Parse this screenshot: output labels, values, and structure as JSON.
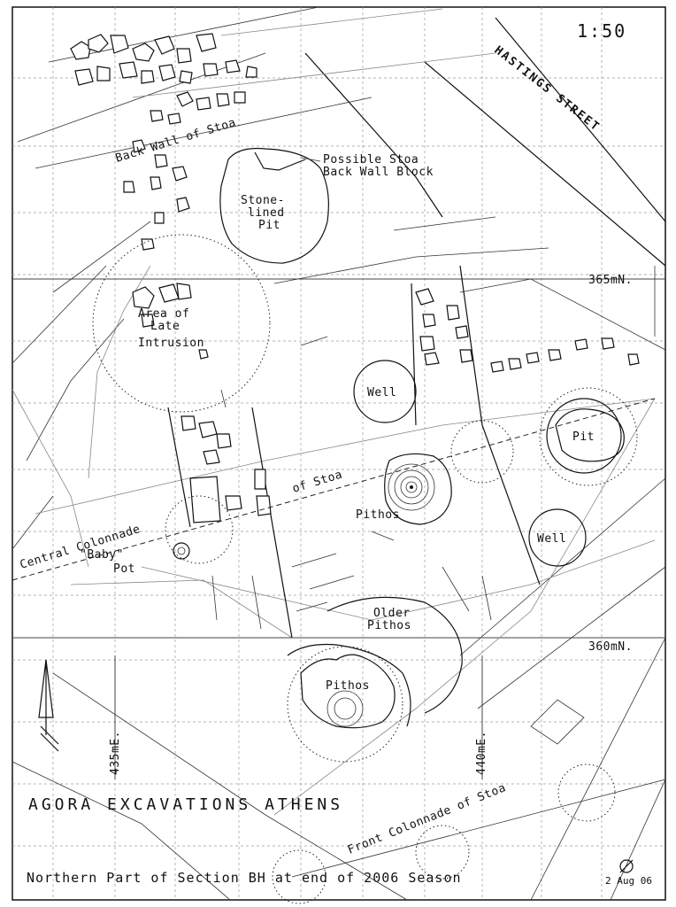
{
  "scale": "1:50",
  "street": "HASTINGS STREET",
  "title": "AGORA EXCAVATIONS ATHENS",
  "subtitle": "Northern Part of Section BH at end of 2006 Season",
  "date": "2 Aug 06",
  "grid_labels": {
    "n365": "365mN.",
    "n360": "360mN.",
    "e435": "435mE.",
    "e440": "440mE."
  },
  "features": {
    "back_wall": "Back Wall of Stoa",
    "possible_block_1": "Possible Stoa",
    "possible_block_2": "Back Wall Block",
    "stone_pit_1": "Stone-",
    "stone_pit_2": "lined",
    "stone_pit_3": "Pit",
    "late_1": "Area of",
    "late_2": "Late",
    "late_3": "Intrusion",
    "well_1": "Well",
    "well_2": "Well",
    "pit": "Pit",
    "central_colonnade_1": "Central Colonnade",
    "central_colonnade_2": "of Stoa",
    "pithos_1": "Pithos",
    "pithos_2": "Pithos",
    "baby_1": "\"Baby\"",
    "baby_2": "Pot",
    "older_1": "Older",
    "older_2": "Pithos",
    "front_colonnade": "Front Colonnade of Stoa"
  },
  "icons": [
    "north-arrow-icon",
    "surveyor-mark-icon"
  ]
}
